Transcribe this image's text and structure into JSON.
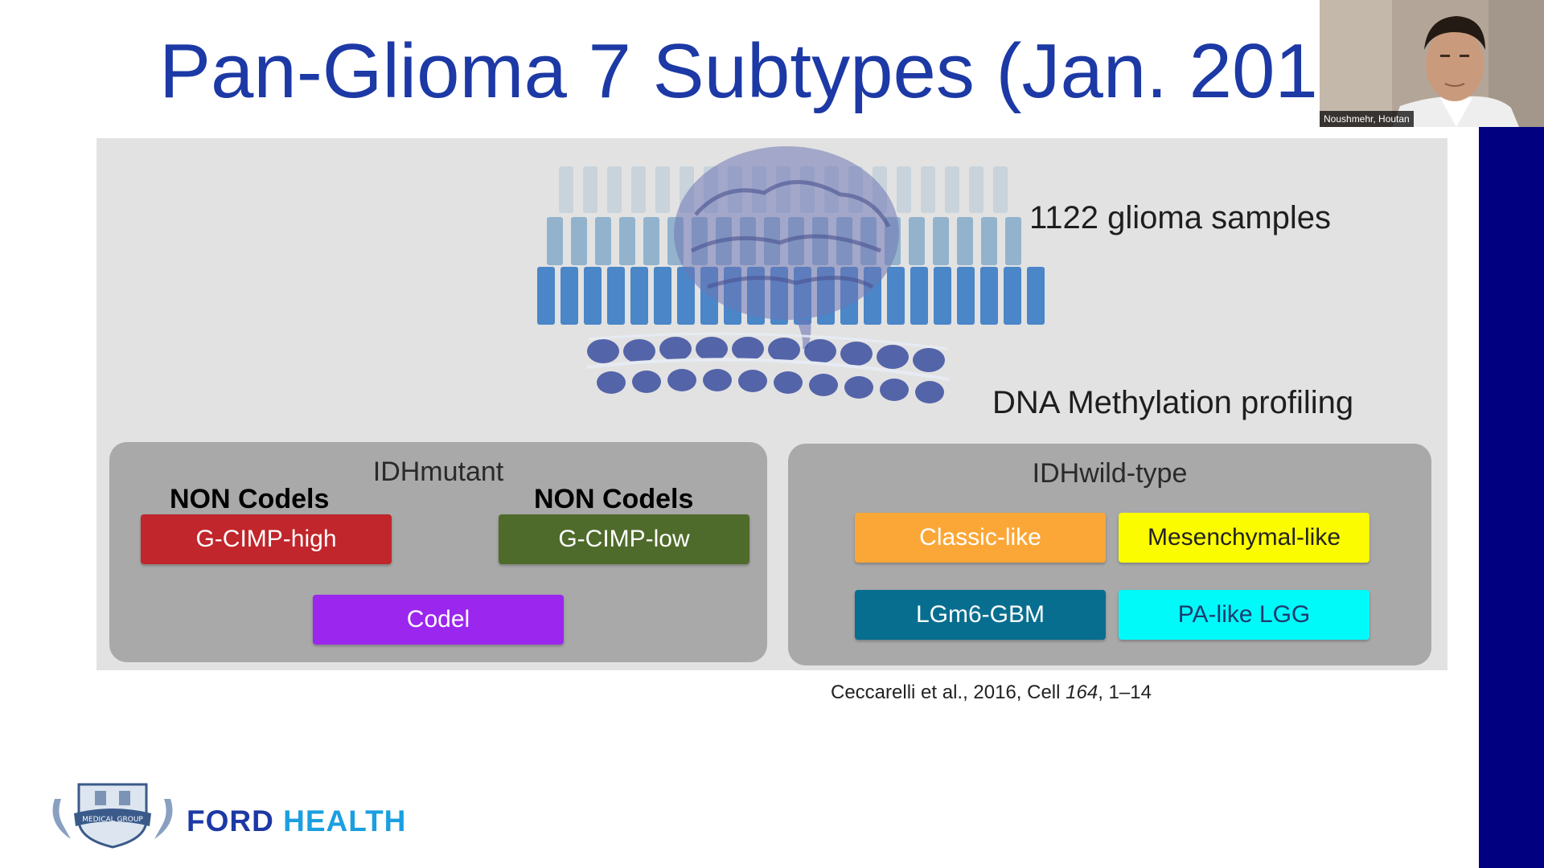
{
  "slide": {
    "title": "Pan-Glioma 7 Subtypes (Jan. 201"
  },
  "video": {
    "participant_name": "Noushmehr, Houtan"
  },
  "figure": {
    "samples_label": "1122 glioma samples",
    "methylation_label": "DNA Methylation profiling",
    "idh_mutant": {
      "label": "IDHmutant",
      "non_codels_label": "NON Codels",
      "subtypes": [
        {
          "name": "G-CIMP-high",
          "color": "#c0262b",
          "text_color": "#ffffff"
        },
        {
          "name": "G-CIMP-low",
          "color": "#4f6b2b",
          "text_color": "#ffffff"
        },
        {
          "name": "Codel",
          "color": "#9b27ef",
          "text_color": "#ffffff"
        }
      ]
    },
    "idh_wildtype": {
      "label": "IDHwild-type",
      "subtypes": [
        {
          "name": "Classic-like",
          "color": "#fba737",
          "text_color": "#ffffff"
        },
        {
          "name": "Mesenchymal-like",
          "color": "#fcfc00",
          "text_color": "#222222"
        },
        {
          "name": "LGm6-GBM",
          "color": "#086e8f",
          "text_color": "#ffffff"
        },
        {
          "name": "PA-like LGG",
          "color": "#00f9f9",
          "text_color": "#1e3a6e"
        }
      ]
    }
  },
  "citation": {
    "prefix": "Ceccarelli et al., 2016, Cell ",
    "volume": "164",
    "suffix": ", 1–14"
  },
  "logo": {
    "word1": "FORD ",
    "word2": "HEALTH",
    "crest_text": "MEDICAL GROUP",
    "color1": "#1c39a5",
    "color2": "#1b9fe0"
  },
  "colors": {
    "title": "#1c39a5",
    "right_bar": "#000080"
  }
}
